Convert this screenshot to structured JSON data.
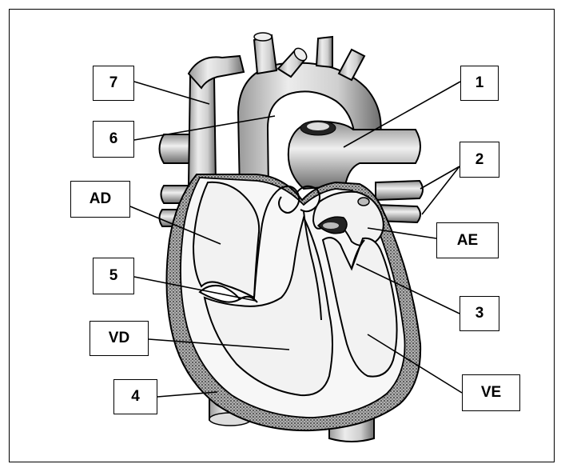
{
  "labels": {
    "l7": "7",
    "l6": "6",
    "lAD": "AD",
    "l5": "5",
    "lVD": "VD",
    "l4": "4",
    "l1": "1",
    "l2": "2",
    "lAE": "AE",
    "l3": "3",
    "lVE": "VE"
  },
  "colors": {
    "ink": "#000000",
    "vessel_fill": "#d9d9d9",
    "wall_fill": "#8a8a8a",
    "chamber_fill": "#f4f4f4"
  }
}
